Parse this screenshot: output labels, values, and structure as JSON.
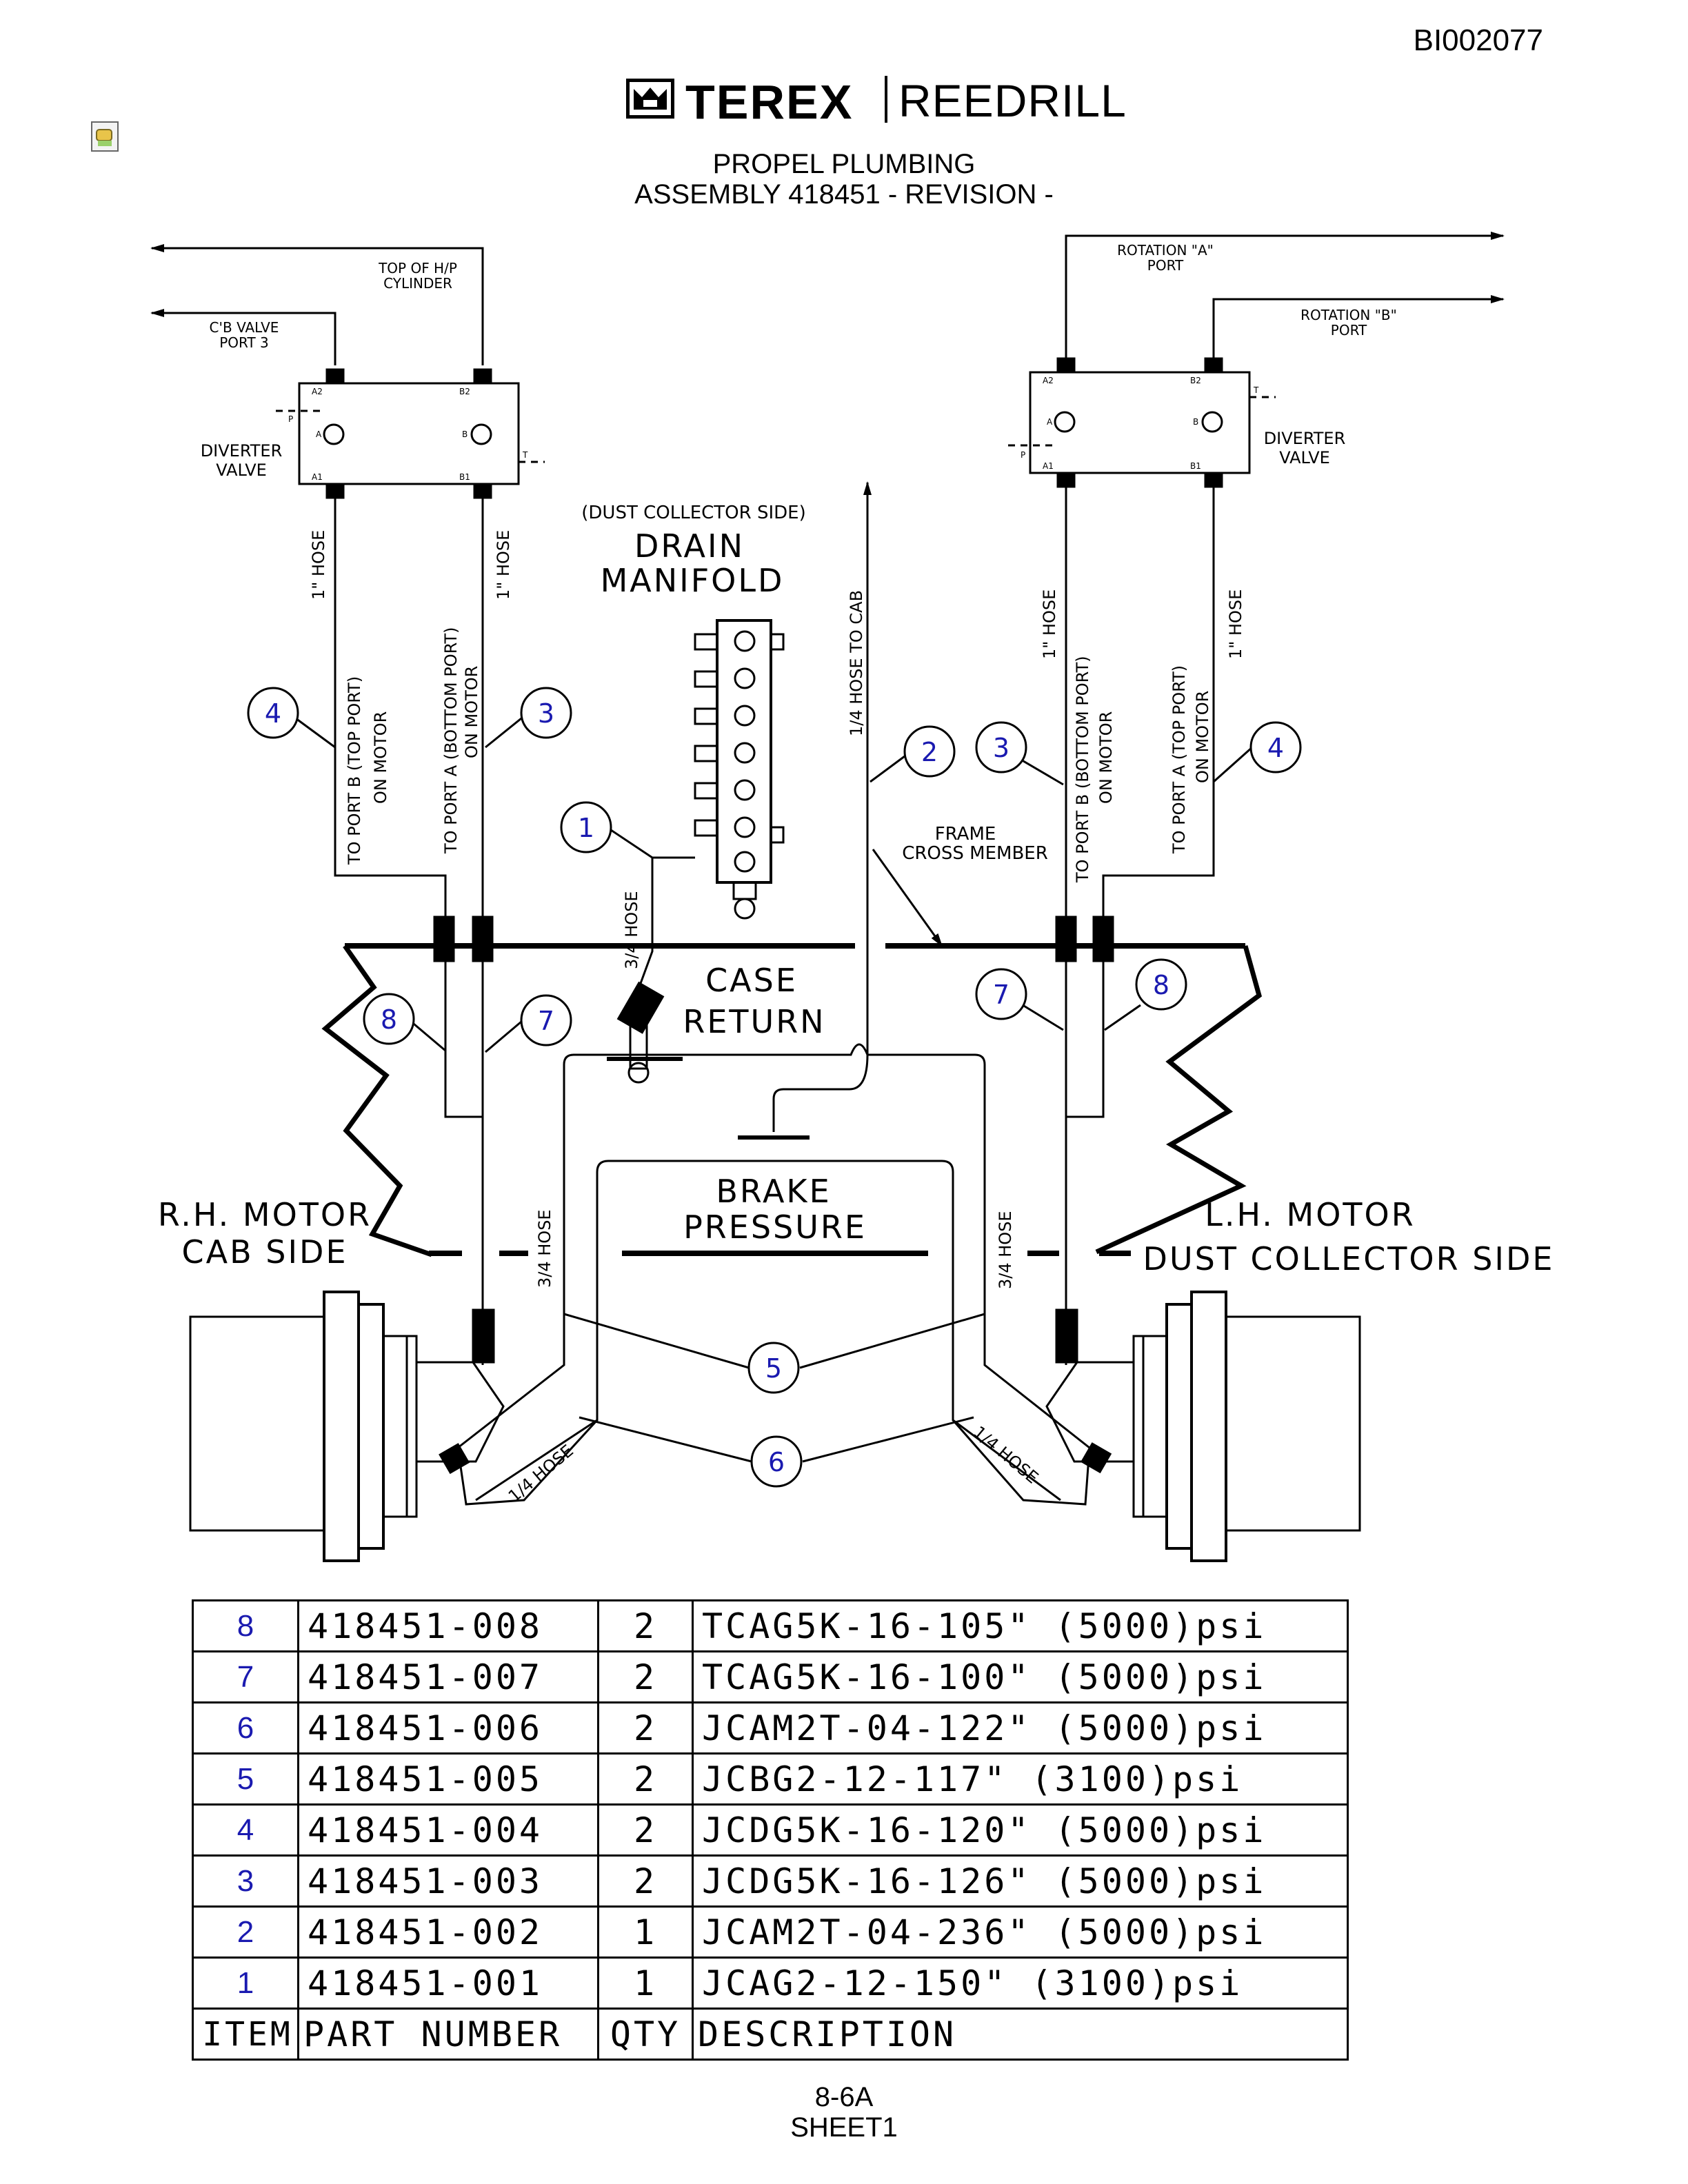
{
  "doc_id": "BI002077",
  "logo": {
    "brand": "TEREX",
    "division": "REEDRILL"
  },
  "title": {
    "line1": "PROPEL PLUMBING",
    "line2": "ASSEMBLY 418451 - REVISION -"
  },
  "diagram": {
    "labels": {
      "top_hp_cylinder": [
        "TOP OF H/P",
        "CYLINDER"
      ],
      "cb_valve_port": [
        "C'B VALVE",
        "PORT 3"
      ],
      "rotation_a_port": [
        "ROTATION \"A\"",
        "PORT"
      ],
      "rotation_b_port": [
        "ROTATION \"B\"",
        "PORT"
      ],
      "diverter_left": [
        "DIVERTER",
        "VALVE"
      ],
      "diverter_right": [
        "DIVERTER",
        "VALVE"
      ],
      "dust_collector_side_small": "(DUST COLLECTOR SIDE)",
      "drain_manifold": [
        "DRAIN",
        "MANIFOLD"
      ],
      "hose_quarter_to_cab": "1/4 HOSE TO CAB",
      "frame_cross_member": [
        "FRAME",
        "CROSS MEMBER"
      ],
      "case_return": [
        "CASE",
        "RETURN"
      ],
      "brake_pressure": [
        "BRAKE",
        "PRESSURE"
      ],
      "rh_motor": [
        "R.H. MOTOR",
        "CAB SIDE"
      ],
      "lh_motor": [
        "L.H. MOTOR",
        "DUST COLLECTOR SIDE"
      ],
      "hose_1in": "1\" HOSE",
      "hose_34": "3/4 HOSE",
      "hose_14": "1/4 HOSE",
      "to_port_b_top": [
        "TO PORT B (TOP PORT)",
        "ON MOTOR"
      ],
      "to_port_a_bottom": [
        "TO PORT A (BOTTOM PORT)",
        "ON MOTOR"
      ],
      "to_port_b_bottom": [
        "TO PORT B (BOTTOM PORT)",
        "ON MOTOR"
      ],
      "to_port_a_top": [
        "TO PORT A (TOP PORT)",
        "ON MOTOR"
      ],
      "port_codes": {
        "a2": "A2",
        "b2": "B2",
        "a1": "A1",
        "b1": "B1",
        "a": "A",
        "b": "B",
        "p": "P",
        "t": "T"
      }
    },
    "balloons": [
      "1",
      "2",
      "3",
      "4",
      "5",
      "6",
      "7",
      "8"
    ],
    "balloon_color": "#1a1ab0"
  },
  "parts_table": {
    "headers": {
      "item": "ITEM",
      "part": "PART NUMBER",
      "qty": "QTY",
      "desc": "DESCRIPTION"
    },
    "rows": [
      {
        "item": "8",
        "part": "418451-008",
        "qty": "2",
        "desc": "TCAG5K-16-105\" (5000)psi"
      },
      {
        "item": "7",
        "part": "418451-007",
        "qty": "2",
        "desc": "TCAG5K-16-100\" (5000)psi"
      },
      {
        "item": "6",
        "part": "418451-006",
        "qty": "2",
        "desc": "JCAM2T-04-122\" (5000)psi"
      },
      {
        "item": "5",
        "part": "418451-005",
        "qty": "2",
        "desc": "JCBG2-12-117\" (3100)psi"
      },
      {
        "item": "4",
        "part": "418451-004",
        "qty": "2",
        "desc": "JCDG5K-16-120\" (5000)psi"
      },
      {
        "item": "3",
        "part": "418451-003",
        "qty": "2",
        "desc": "JCDG5K-16-126\" (5000)psi"
      },
      {
        "item": "2",
        "part": "418451-002",
        "qty": "1",
        "desc": "JCAM2T-04-236\" (5000)psi"
      },
      {
        "item": "1",
        "part": "418451-001",
        "qty": "1",
        "desc": "JCAG2-12-150\" (3100)psi"
      }
    ]
  },
  "footer": {
    "page": "8-6A",
    "sheet": "SHEET1"
  }
}
